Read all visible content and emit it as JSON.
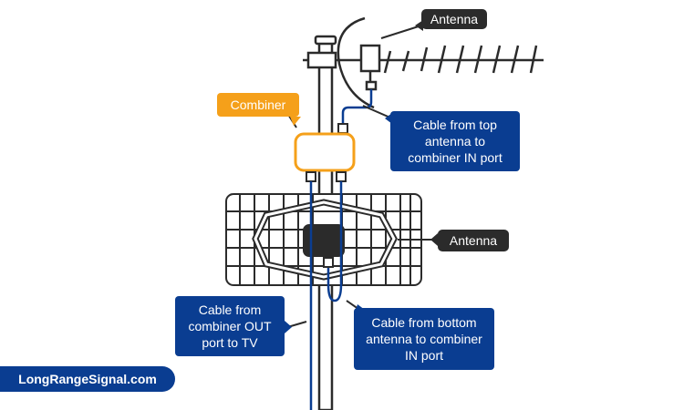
{
  "labels": {
    "antenna_top": "Antenna",
    "combiner": "Combiner",
    "cable_top": "Cable from top antenna to combiner IN port",
    "antenna_bottom": "Antenna",
    "cable_out": "Cable from combiner OUT port to TV",
    "cable_bottom": "Cable from bottom antenna to combiner IN port"
  },
  "brand": {
    "logo_text": "LongRangeSignal.com"
  },
  "colors": {
    "cable": "#0a3d91",
    "callout_blue": "#0a3d91",
    "callout_dark": "#2b2b2b",
    "combiner": "#f5a01a",
    "line": "#2b2b2b"
  }
}
